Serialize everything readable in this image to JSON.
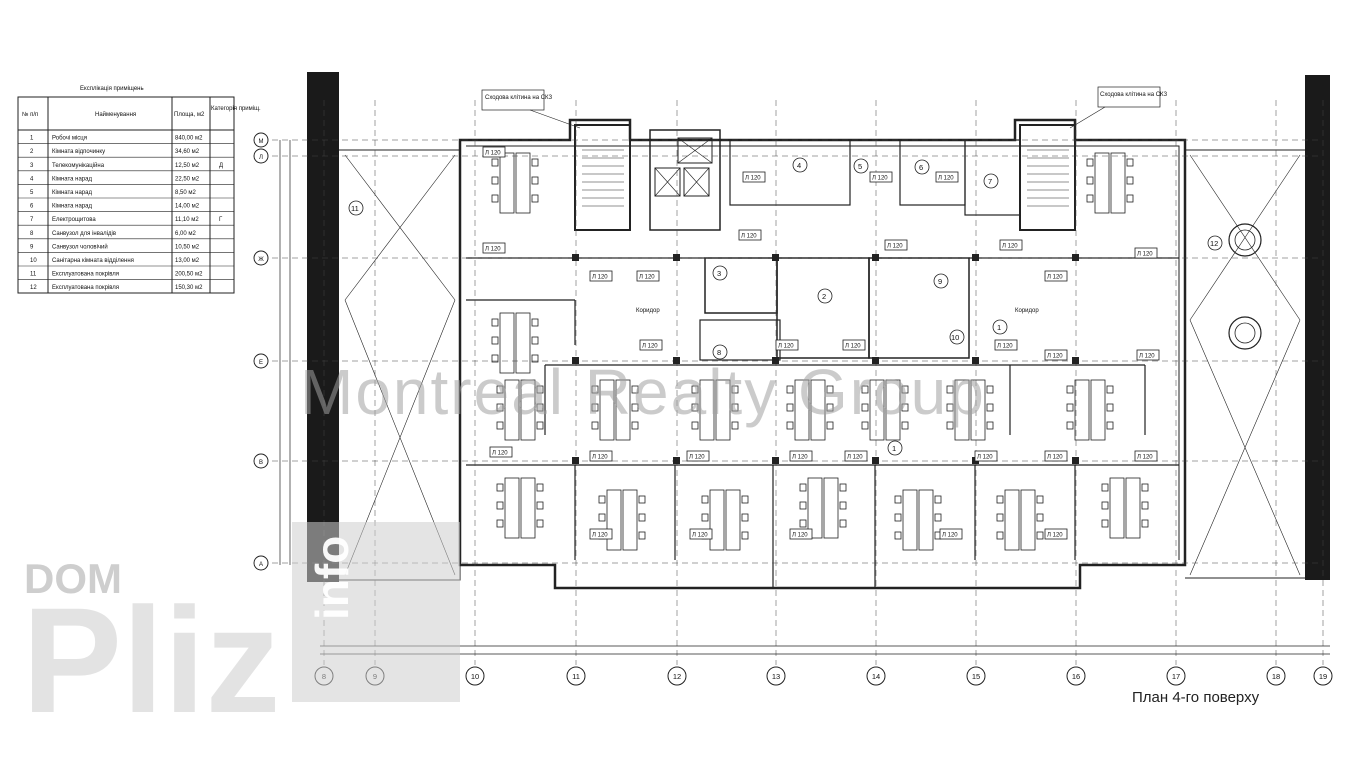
{
  "plan_title": "План 4-го поверху",
  "watermark": "Montreal Realty Group",
  "site_logo": {
    "top": "DOM",
    "main": "Pliz",
    "suffix": "info"
  },
  "legend": {
    "title": "Експлікація приміщень",
    "headers": [
      "№ п/п",
      "Найменування",
      "Площа, м2",
      "Категорія приміщ."
    ],
    "rows": [
      {
        "n": "1",
        "name": "Робочі місця",
        "area": "840,00 м2",
        "cat": ""
      },
      {
        "n": "2",
        "name": "Кімната відпочинку",
        "area": "34,60 м2",
        "cat": ""
      },
      {
        "n": "3",
        "name": "Телекомунікаційна",
        "area": "12,50 м2",
        "cat": "Д"
      },
      {
        "n": "4",
        "name": "Кімната нарад",
        "area": "22,50 м2",
        "cat": ""
      },
      {
        "n": "5",
        "name": "Кімната нарад",
        "area": "8,50 м2",
        "cat": ""
      },
      {
        "n": "6",
        "name": "Кімната нарад",
        "area": "14,00 м2",
        "cat": ""
      },
      {
        "n": "7",
        "name": "Електрощитова",
        "area": "11,10 м2",
        "cat": "Г"
      },
      {
        "n": "8",
        "name": "Санвузол для інвалідів",
        "area": "6,00 м2",
        "cat": ""
      },
      {
        "n": "9",
        "name": "Санвузол чоловічий",
        "area": "10,50 м2",
        "cat": ""
      },
      {
        "n": "10",
        "name": "Санітарна кімната відділення",
        "area": "13,00 м2",
        "cat": ""
      },
      {
        "n": "11",
        "name": "Експлуатована покрівля",
        "area": "200,50 м2",
        "cat": ""
      },
      {
        "n": "12",
        "name": "Експлуатована покрівля",
        "area": "150,30 м2",
        "cat": ""
      }
    ]
  },
  "grid": {
    "columns": [
      "8",
      "9",
      "10",
      "11",
      "12",
      "13",
      "14",
      "15",
      "16",
      "17",
      "18",
      "19"
    ],
    "rows": [
      "М",
      "Л",
      "Ж",
      "Е",
      "В",
      "А"
    ]
  },
  "room_marks": [
    "1",
    "1",
    "2",
    "3",
    "4",
    "5",
    "6",
    "7",
    "8",
    "9",
    "10",
    "11",
    "12"
  ],
  "stair_notes": [
    "Сходова клітина на СКЗ",
    "Сходова клітина на СКЗ"
  ],
  "corridor_label": "Коридор",
  "lamp_tag": "Л 120"
}
